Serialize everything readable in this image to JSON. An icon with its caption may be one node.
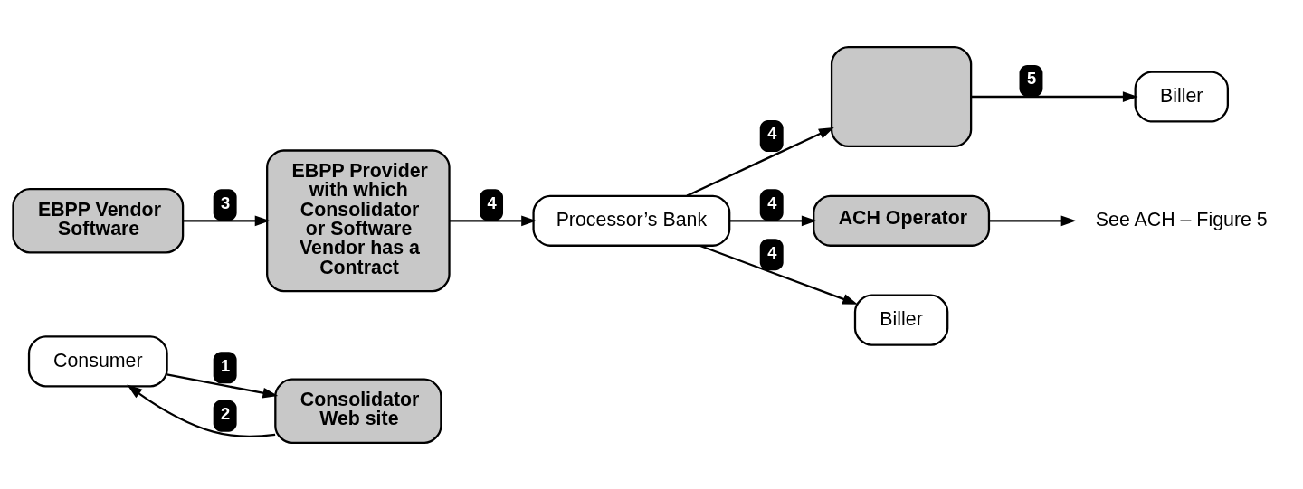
{
  "diagram": {
    "nodes": [
      {
        "text": [
          "Consumer"
        ]
      },
      {
        "text": [
          "Consolidator Web site"
        ]
      },
      {
        "text": [
          "EBPP Vendor Software"
        ]
      },
      {
        "text": [
          "EBPP Provider with which Consolidator or Software Vendor has a Contract"
        ]
      },
      {
        "text": [
          "Processor’s Bank"
        ]
      },
      {
        "text": [],
        "shape": "box"
      },
      {
        "text": [
          "Biller"
        ]
      },
      {
        "text": [
          "ACH Operator"
        ]
      },
      {
        "text": [
          "See ACH – Figure 5"
        ]
      },
      {
        "text": [
          "Biller"
        ]
      }
    ],
    "edges": [
      {
        "from": 0,
        "to": 1,
        "arrow": "to",
        "label": "1"
      },
      {
        "from": 1,
        "to": 0,
        "arrow": "to",
        "label": "2"
      },
      {
        "from": 2,
        "to": 3,
        "arrow": "to",
        "label": "3"
      },
      {
        "from": 3,
        "to": 4,
        "arrow": "to",
        "label": "4"
      },
      {
        "from": 4,
        "to": 5,
        "arrow": "to",
        "label": "4"
      },
      {
        "from": 5,
        "to": 6,
        "arrow": "to",
        "label": "5"
      },
      {
        "from": 4,
        "to": 7,
        "arrow": "to",
        "label": "4"
      },
      {
        "from": 7,
        "to": 8,
        "arrow": "to"
      },
      {
        "from": 4,
        "to": 9,
        "arrow": "to",
        "label": "4"
      }
    ]
  }
}
